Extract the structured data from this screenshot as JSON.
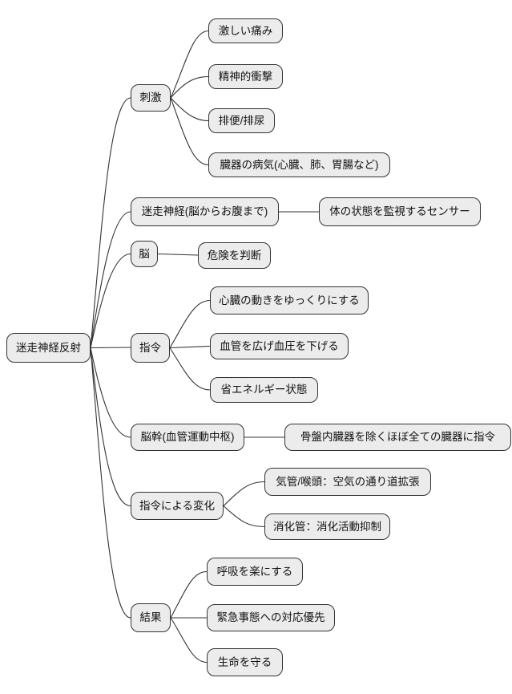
{
  "diagram": {
    "type": "mindmap",
    "root": {
      "label": "迷走神経反射"
    },
    "branches": [
      {
        "label": "刺激",
        "children": [
          "激しい痛み",
          "精神的衝撃",
          "排便/排尿",
          "臓器の病気(心臓、肺、胃腸など)"
        ]
      },
      {
        "label": "迷走神経(脳からお腹まで)",
        "children": [
          "体の状態を監視するセンサー"
        ]
      },
      {
        "label": "脳",
        "children": [
          "危険を判断"
        ]
      },
      {
        "label": "指令",
        "children": [
          "心臓の動きをゆっくりにする",
          "血管を広げ血圧を下げる",
          "省エネルギー状態"
        ]
      },
      {
        "label": "脳幹(血管運動中枢)",
        "children": [
          "骨盤内臓器を除くほぼ全ての臓器に指令"
        ]
      },
      {
        "label": "指令による変化",
        "children": [
          "気管/喉頭：空気の通り道拡張",
          "消化管：消化活動抑制"
        ]
      },
      {
        "label": "結果",
        "children": [
          "呼吸を楽にする",
          "緊急事態への対応優先",
          "生命を守る"
        ]
      }
    ],
    "colors": {
      "node_fill": "#ececec",
      "node_border": "#333333",
      "edge": "#333333",
      "text": "#111111",
      "background": "#ffffff"
    }
  }
}
